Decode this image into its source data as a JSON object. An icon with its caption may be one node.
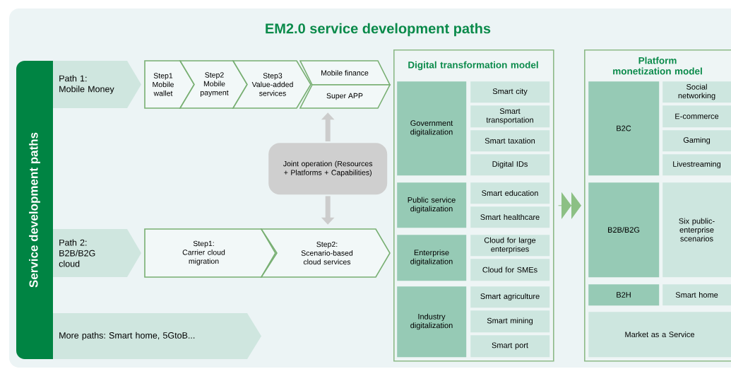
{
  "diagram": {
    "title": "EM2.0 service development paths",
    "nodes": [
      {
        "text": [
          "Service development paths"
        ]
      },
      {
        "text": [
          "Path 1: Mobile Money"
        ]
      },
      {
        "text": [
          "Step1",
          "Mobile wallet"
        ]
      },
      {
        "text": [
          "Step2",
          "Mobile payment"
        ]
      },
      {
        "text": [
          "Step3",
          "Value-added services"
        ]
      },
      {
        "text": [
          "Mobile finance"
        ]
      },
      {
        "text": [
          "Super APP"
        ]
      },
      {
        "text": [
          "Joint operation (Resources + Platforms + Capabilities)"
        ]
      },
      {
        "text": [
          "Path 2: B2B/B2G cloud"
        ]
      },
      {
        "text": [
          "Step1:",
          "Carrier cloud migration"
        ]
      },
      {
        "text": [
          "Step2:",
          "Scenario-based cloud services"
        ]
      },
      {
        "text": [
          "More paths: Smart home, 5GtoB..."
        ]
      },
      {
        "text": [
          "Digital transformation model"
        ]
      },
      {
        "text": [
          "Government digitalization"
        ],
        "in": 12
      },
      {
        "text": [
          "Smart city"
        ],
        "in": 12
      },
      {
        "text": [
          "Smart transportation"
        ],
        "in": 12
      },
      {
        "text": [
          "Smart taxation"
        ],
        "in": 12
      },
      {
        "text": [
          "Digital IDs"
        ],
        "in": 12
      },
      {
        "text": [
          "Public service digitalization"
        ],
        "in": 12
      },
      {
        "text": [
          "Smart education"
        ],
        "in": 12
      },
      {
        "text": [
          "Smart healthcare"
        ],
        "in": 12
      },
      {
        "text": [
          "Enterprise digitalization"
        ],
        "in": 12
      },
      {
        "text": [
          "Cloud for large enterprises"
        ],
        "in": 12
      },
      {
        "text": [
          "Cloud for SMEs"
        ],
        "in": 12
      },
      {
        "text": [
          "Industry digitalization"
        ],
        "in": 12
      },
      {
        "text": [
          "Smart agriculture"
        ],
        "in": 12
      },
      {
        "text": [
          "Smart mining"
        ],
        "in": 12
      },
      {
        "text": [
          "Smart port"
        ],
        "in": 12
      },
      {
        "text": [
          "Platform monetization model"
        ]
      },
      {
        "text": [
          "B2C"
        ],
        "in": 28
      },
      {
        "text": [
          "Social networking"
        ],
        "in": 28
      },
      {
        "text": [
          "E-commerce"
        ],
        "in": 28
      },
      {
        "text": [
          "Gaming"
        ],
        "in": 28
      },
      {
        "text": [
          "Livestreaming"
        ],
        "in": 28
      },
      {
        "text": [
          "B2B/B2G"
        ],
        "in": 28
      },
      {
        "text": [
          "Six public-enterprise scenarios"
        ],
        "in": 28
      },
      {
        "text": [
          "B2H"
        ],
        "in": 28
      },
      {
        "text": [
          "Smart home"
        ],
        "in": 28
      },
      {
        "text": [
          "Market as a Service"
        ],
        "in": 28
      }
    ],
    "edges": [
      {
        "from": 7,
        "to": 6,
        "arrow": "to"
      },
      {
        "from": 7,
        "to": 10,
        "arrow": "to"
      },
      {
        "from": 12,
        "to": 28,
        "arrow": "to",
        "color": "#8cc084"
      }
    ]
  }
}
